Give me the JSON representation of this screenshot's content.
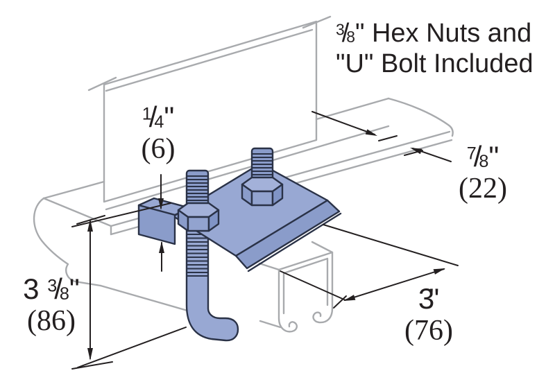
{
  "note": {
    "frac_num": "3",
    "frac_slash": "/",
    "frac_den": "8",
    "line1_rest": "\" Hex Nuts and",
    "line2": "\"U\" Bolt Included"
  },
  "dimensions": {
    "lip_thickness": {
      "whole": "",
      "num": "1",
      "slash": "/",
      "den": "4",
      "unit": "\"",
      "mm": "(6)"
    },
    "flange_grip": {
      "whole": "",
      "num": "7",
      "slash": "/",
      "den": "8",
      "unit": "\"",
      "mm": "(22)"
    },
    "overall_height": {
      "whole": "3 ",
      "num": "3",
      "slash": "/",
      "den": "8",
      "unit": "\"",
      "mm": "(86)"
    },
    "fitting_width": {
      "whole": "3",
      "num": "",
      "slash": "",
      "den": "",
      "unit": "\"",
      "mm": "(76)"
    }
  },
  "colors": {
    "background": "#ffffff",
    "beam_outline_gray": "#a8aaad",
    "fitting_blue": "#98a8d3",
    "fitting_blue_shade": "#8a9cca",
    "fitting_blue_dark": "#8094c6",
    "nut_top_blue": "#a3b1d9",
    "part_outline_navy": "#2a3247",
    "dimension_black": "#231f20"
  }
}
